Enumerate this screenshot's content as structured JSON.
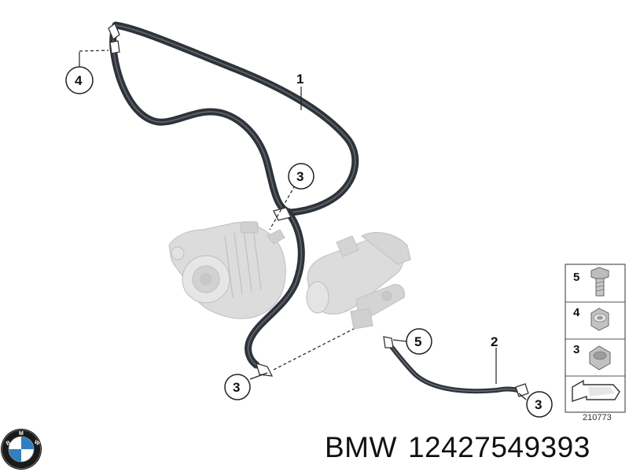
{
  "diagram": {
    "callouts": {
      "hose_label": "1",
      "ground_label": "2",
      "clamp_top_label": "3",
      "clamp_bottom_label": "3",
      "clamp_right_label": "3",
      "nut_top_label": "4",
      "bolt_label": "5"
    },
    "parts_legend": [
      {
        "num": "5",
        "icon": "hex-bolt-icon"
      },
      {
        "num": "4",
        "icon": "lock-nut-icon"
      },
      {
        "num": "3",
        "icon": "hex-nut-icon"
      },
      {
        "num": "",
        "icon": "arrow-symbol-icon"
      }
    ],
    "drawing_id": "210773"
  },
  "caption": {
    "brand": "BMW",
    "part_number": "12427549393"
  },
  "colors": {
    "cable": "#3a3e46",
    "cable_highlight": "#6a6f78",
    "ghost_part": "#d8d8d8",
    "ghost_outline": "#c4c4c4",
    "bmw_blue": "#2f7fc1"
  }
}
